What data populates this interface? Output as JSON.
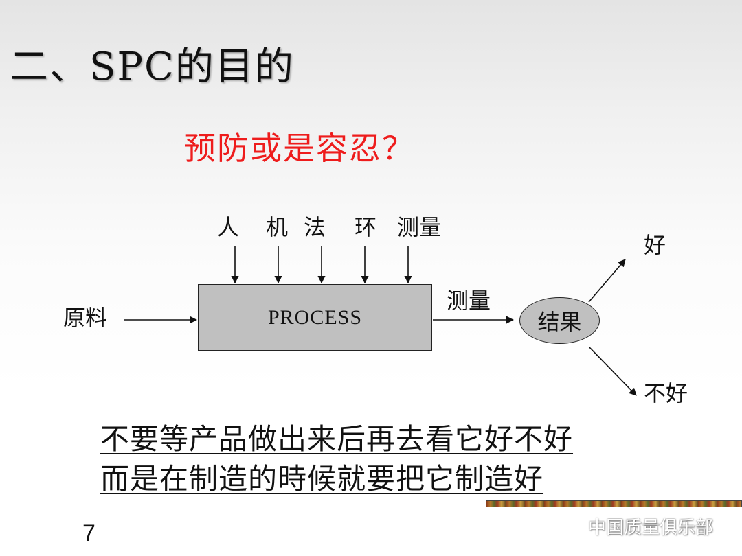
{
  "slide": {
    "title": "二、SPC的目的",
    "question": "预防或是容忍？",
    "page_number": "7"
  },
  "diagram": {
    "inputs": [
      "人",
      "机",
      "法",
      "环",
      "测量"
    ],
    "raw_material": "原料",
    "process": "PROCESS",
    "measure": "测量",
    "result": "结果",
    "good": "好",
    "bad": "不好"
  },
  "statement": {
    "line1": "不要等产品做出来后再去看它好不好",
    "line2": "而是在制造的時候就要把它制造好"
  },
  "watermark": {
    "icon": "wechat-icon",
    "text": "中国质量俱乐部"
  }
}
